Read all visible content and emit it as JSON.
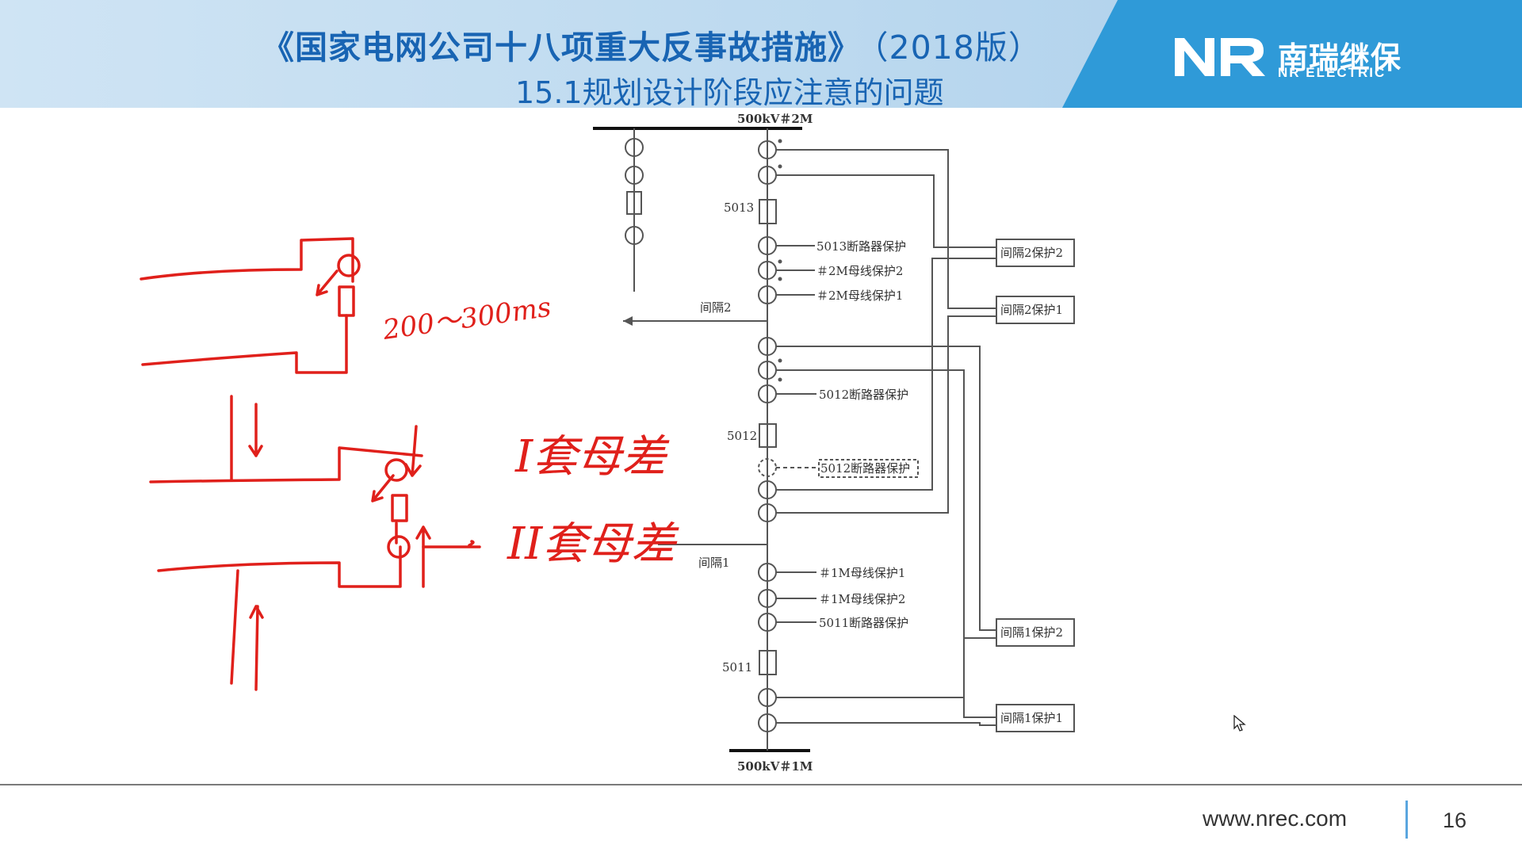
{
  "header": {
    "title": "《国家电网公司十八项重大反事故措施》",
    "edition": "（2018版）",
    "subtitle": "15.1规划设计阶段应注意的问题"
  },
  "logo": {
    "cn": "南瑞继保",
    "en": "NR ELECTRIC"
  },
  "diagram": {
    "bus_top": "500kV＃2M",
    "bus_bottom": "500kV＃1M",
    "breakers": [
      "5013",
      "5012",
      "5011"
    ],
    "bay_labels": [
      "间隔2",
      "间隔1"
    ],
    "ct_labels": [
      "5013断路器保护",
      "＃2M母线保护2",
      "＃2M母线保护1",
      "5012断路器保护",
      "5012断路器保护",
      "＃1M母线保护1",
      "＃1M母线保护2",
      "5011断路器保护"
    ],
    "protection_boxes": [
      "间隔2保护2",
      "间隔2保护1",
      "间隔1保护2",
      "间隔1保护1"
    ]
  },
  "annotations": {
    "time": "200～300ms",
    "set1": "I套母差",
    "set2": "II套母差"
  },
  "footer": {
    "url": "www.nrec.com",
    "page": "16"
  },
  "colors": {
    "title": "#1864b3",
    "brand": "#2f9ad8",
    "ink": "#e0201b",
    "line": "#555555"
  }
}
